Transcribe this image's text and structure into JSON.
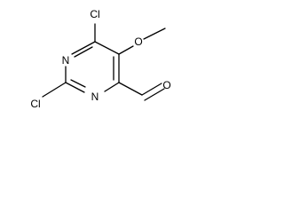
{
  "molecule": {
    "atoms": {
      "cl_top": "Cl",
      "cl_left": "Cl",
      "n_upper": "N",
      "n_lower": "N",
      "o_methoxy": "O",
      "o_aldehyde": "O"
    }
  }
}
